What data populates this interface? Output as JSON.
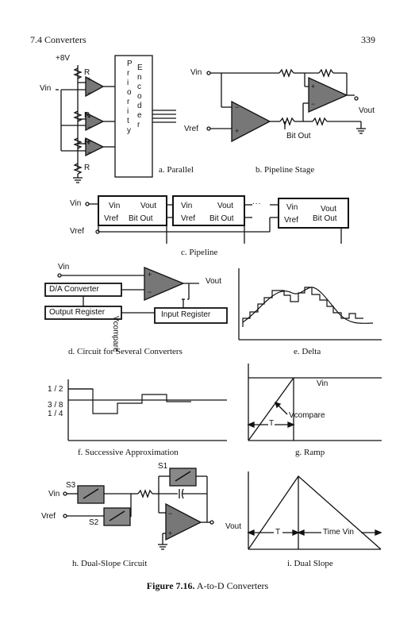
{
  "header": {
    "section": "7.4  Converters",
    "page_number": "339"
  },
  "panels": {
    "a": {
      "caption": "a. Parallel",
      "supply": "+8V",
      "vin": "Vin",
      "resistor": "R",
      "priority_letters": [
        "P",
        "r",
        "i",
        "o",
        "r",
        "i",
        "t",
        "y"
      ],
      "encoder_letters": [
        "E",
        "n",
        "c",
        "o",
        "d",
        "e",
        "r"
      ]
    },
    "b": {
      "caption": "b. Pipeline Stage",
      "vin": "Vin",
      "vref": "Vref",
      "vout": "Vout",
      "bit_out": "Bit Out"
    },
    "c": {
      "caption": "c. Pipeline",
      "vin": "Vin",
      "vref": "Vref",
      "ellipsis": "...",
      "stage_top": [
        "Vin",
        "Vout"
      ],
      "stage_bottom": [
        "Vref",
        "Bit Out"
      ]
    },
    "d": {
      "caption": "d. Circuit for Several Converters",
      "vin": "Vin",
      "vout": "Vout",
      "vcompare": "Vcompare",
      "da_converter": "D/A Converter",
      "output_register": "Output Register",
      "input_register": "Input Register"
    },
    "e": {
      "caption": "e. Delta"
    },
    "f": {
      "caption": "f. Successive Approximation",
      "ticks": [
        "1 / 2",
        "3 / 8",
        "1 / 4"
      ]
    },
    "g": {
      "caption": "g. Ramp",
      "vin": "Vin",
      "vcompare": "Vcompare",
      "t": "T"
    },
    "h": {
      "caption": "h. Dual-Slope Circuit",
      "vin": "Vin",
      "vref": "Vref",
      "s1": "S1",
      "s2": "S2",
      "s3": "S3"
    },
    "i": {
      "caption": "i. Dual Slope",
      "vout": "Vout",
      "t": "T",
      "time_vin": "Time Vin"
    }
  },
  "figure_caption": {
    "label": "Figure 7.16.",
    "text": "A-to-D Converters"
  }
}
